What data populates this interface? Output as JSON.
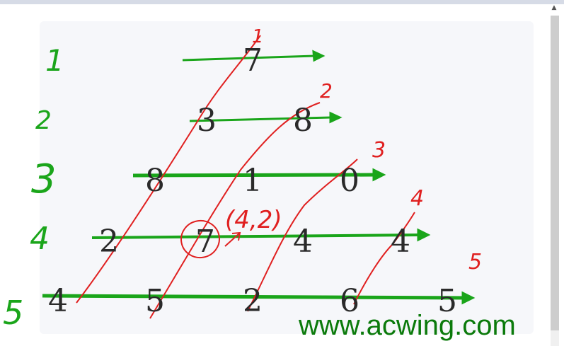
{
  "triangle_rows": [
    [
      "7"
    ],
    [
      "3",
      "8"
    ],
    [
      "8",
      "1",
      "0"
    ],
    [
      "2",
      "7",
      "4",
      "4"
    ],
    [
      "4",
      "5",
      "2",
      "6",
      "5"
    ]
  ],
  "row_labels_left": [
    "1",
    "2",
    "3",
    "4",
    "5"
  ],
  "diagonal_labels_right": [
    "1",
    "2",
    "3",
    "4",
    "5"
  ],
  "coordinate_note": "(4,2)",
  "watermark": "www.acwing.com",
  "colors": {
    "row_arrows": "#1aa51a",
    "diagonal_lines": "#e02020",
    "watermark": "#0b7a0b",
    "numbers": "#2a2a2a"
  }
}
